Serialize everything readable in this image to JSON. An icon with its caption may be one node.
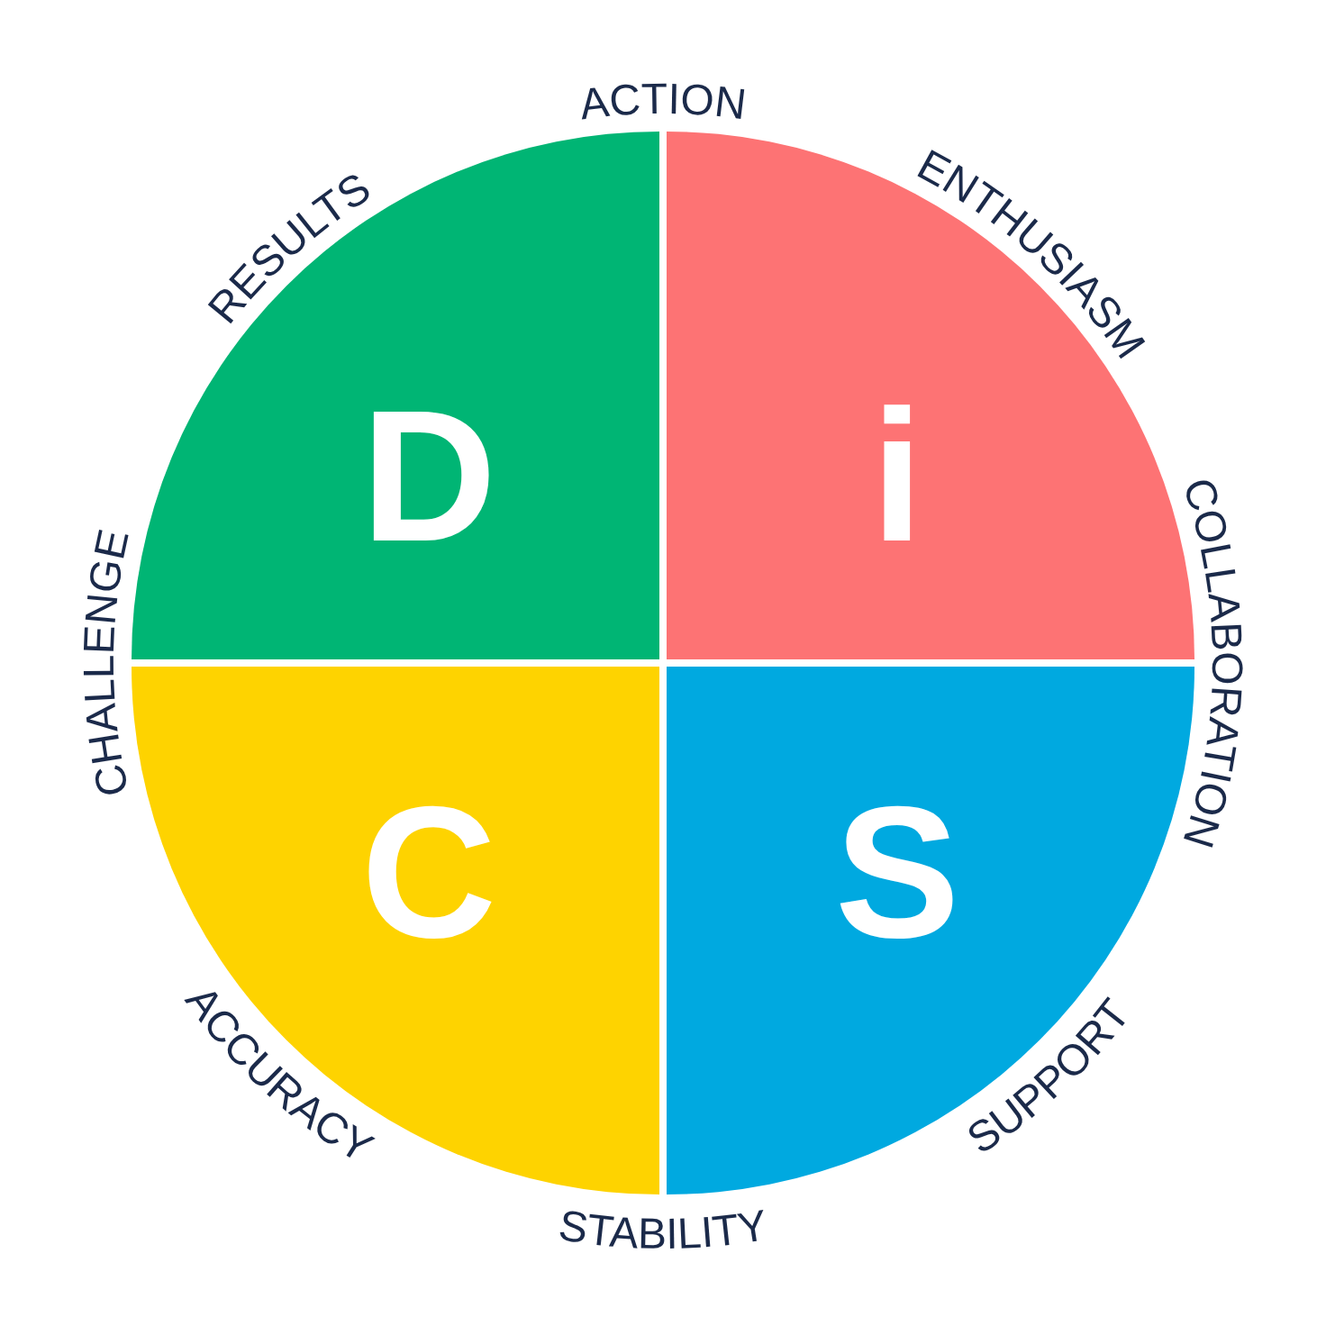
{
  "diagram": {
    "nodes": [
      {
        "text": [
          "D"
        ]
      },
      {
        "text": [
          "i"
        ]
      },
      {
        "text": [
          "C"
        ]
      },
      {
        "text": [
          "S"
        ]
      }
    ],
    "labels": [
      "ACTION",
      "ENTHUSIASM",
      "COLLABORATION",
      "SUPPORT",
      "STABILITY",
      "ACCURACY",
      "CHALLENGE",
      "RESULTS"
    ]
  }
}
